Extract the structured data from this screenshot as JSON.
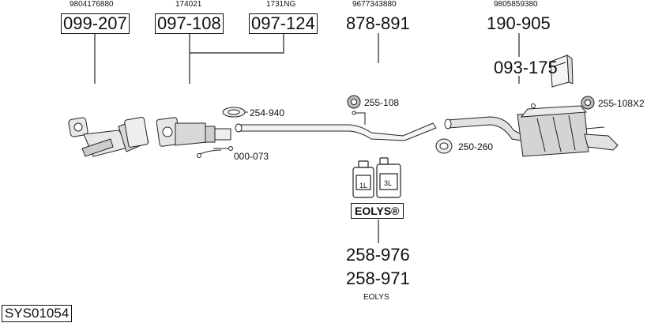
{
  "diagram": {
    "references": {
      "r1": "9804176880",
      "r2": "174021",
      "r3": "1731NG",
      "r4": "9677343880",
      "r5": "9805859380"
    },
    "parts": {
      "p1": "099-207",
      "p2": "097-108",
      "p3": "097-124",
      "p4": "878-891",
      "p5": "190-905",
      "p6": "093-175",
      "p7": "255-108",
      "p8": "254-940",
      "p9": "000-073",
      "p10": "250-260",
      "p11": "255-108X2",
      "p12": "258-976",
      "p13": "258-971"
    },
    "eolys": {
      "badge": "EOLYS®",
      "caption": "EOLYS",
      "can_small": "1L",
      "can_large": "3L"
    },
    "system_code": "SYS01054"
  }
}
